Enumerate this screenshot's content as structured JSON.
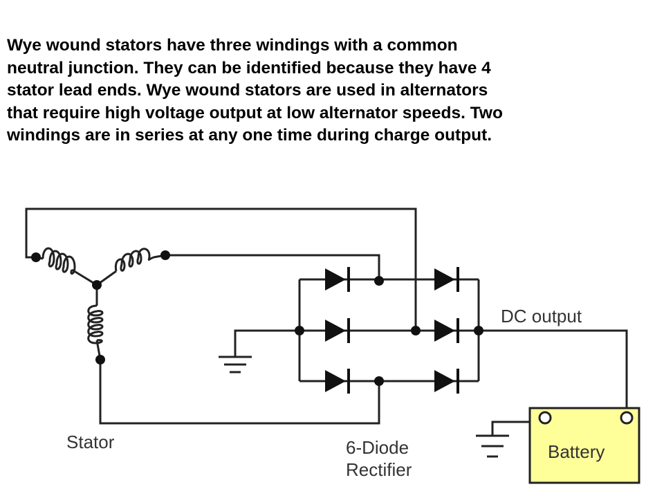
{
  "caption": {
    "lines": [
      "Wye wound stators have three windings with a common",
      "neutral junction. They can be identified because they have 4",
      "stator lead ends. Wye wound stators are used in alternators",
      "that require high voltage output at low alternator speeds. Two",
      "windings are in series at any one time during charge output."
    ]
  },
  "diagram": {
    "labels": {
      "dc_output": "DC output",
      "stator": "Stator",
      "rectifier_line1": "6-Diode",
      "rectifier_line2": "Rectifier",
      "battery": "Battery"
    },
    "colors": {
      "battery_fill": "#ffff99",
      "line": "#222222",
      "label": "#333333"
    }
  }
}
